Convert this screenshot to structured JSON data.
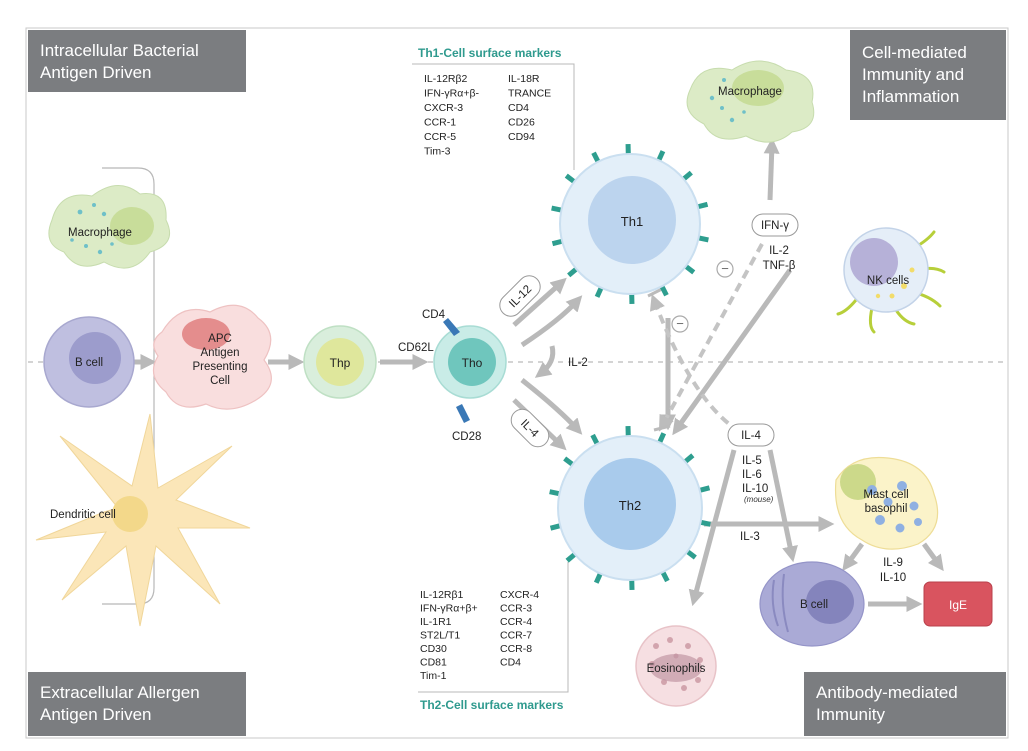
{
  "corners": {
    "top_left": [
      "Intracellular Bacterial",
      "Antigen Driven"
    ],
    "top_right": [
      "Cell-mediated",
      "Immunity and",
      "Inflammation"
    ],
    "bottom_left": [
      "Extracellular Allergen",
      "Antigen Driven"
    ],
    "bottom_right": [
      "Antibody-mediated",
      "Immunity"
    ]
  },
  "th1_markers": {
    "title": "Th1-Cell surface markers",
    "col1": [
      "IL-12Rβ2",
      "IFN-γRα+β-",
      "CXCR-3",
      "CCR-1",
      "CCR-5",
      "Tim-3"
    ],
    "col2": [
      "IL-18R",
      "TRANCE",
      "CD4",
      "CD26",
      "CD94"
    ]
  },
  "th2_markers": {
    "title": "Th2-Cell surface markers",
    "col1": [
      "IL-12Rβ1",
      "IFN-γRα+β+",
      "IL-1R1",
      "ST2L/T1",
      "CD30",
      "CD81",
      "Tim-1"
    ],
    "col2": [
      "CXCR-4",
      "CCR-3",
      "CCR-4",
      "CCR-7",
      "CCR-8",
      "CD4"
    ]
  },
  "cells": {
    "macrophage_left": "Macrophage",
    "b_cell_left": "B cell",
    "dendritic": "Dendritic cell",
    "apc": [
      "APC",
      "Antigen",
      "Presenting",
      "Cell"
    ],
    "thp": "Thp",
    "th0": "Tho",
    "th1": "Th1",
    "th2": "Th2",
    "macrophage_right": "Macrophage",
    "nk": "NK cells",
    "mast": [
      "Mast cell",
      "basophil"
    ],
    "b_cell_right": "B cell",
    "ige": "IgE",
    "eosinophils": "Eosinophils"
  },
  "labels": {
    "cd4": "CD4",
    "cd62l": "CD62L",
    "cd28": "CD28",
    "il12": "IL-12",
    "il4_pill": "IL-4",
    "il2": "IL-2",
    "ifn_g": "IFN-γ",
    "il2_tnf": [
      "IL-2",
      "TNF-β"
    ],
    "il4_right": "IL-4",
    "th2_cyto": [
      "IL-5",
      "IL-6",
      "IL-10"
    ],
    "mouse": "(mouse)",
    "il3": "IL-3",
    "il9_10": [
      "IL-9",
      "IL-10"
    ],
    "minus": "−"
  },
  "colors": {
    "corner_bg": "#7b7d80",
    "marker_title": "#2f9a8e",
    "arrow": "#b9b9b9",
    "receptor": "#2e9e8f",
    "ige": "#d9545f"
  }
}
